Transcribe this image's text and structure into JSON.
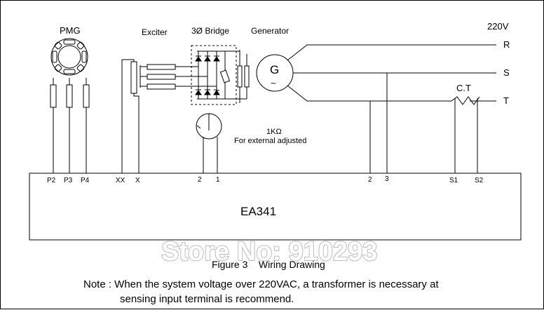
{
  "labels": {
    "pmg": "PMG",
    "exciter": "Exciter",
    "bridge": "3Ø Bridge",
    "generator": "Generator",
    "gen_symbol": "G",
    "gen_tilde": "~",
    "voltage": "220V",
    "phase_r": "R",
    "phase_s": "S",
    "phase_t": "T",
    "ct": "C.T",
    "pot_value": "1KΩ",
    "pot_note": "For external adjusted"
  },
  "terminals": {
    "p2": "P2",
    "p3": "P3",
    "p4": "P4",
    "xx": "XX",
    "x": "X",
    "pot_2": "2",
    "pot_1": "1",
    "sense_2": "2",
    "sense_3": "3",
    "s1": "S1",
    "s2": "S2"
  },
  "regulator": {
    "model": "EA341"
  },
  "watermark": "Store No: 910293",
  "caption": "Figure 3    Wiring Drawing",
  "note": {
    "line1": "Note : When the system voltage over 220VAC, a transformer is necessary at",
    "line2": "sensing input terminal is recommend."
  },
  "colors": {
    "line": "#000000",
    "watermark_stroke": "#bdbdbd"
  }
}
